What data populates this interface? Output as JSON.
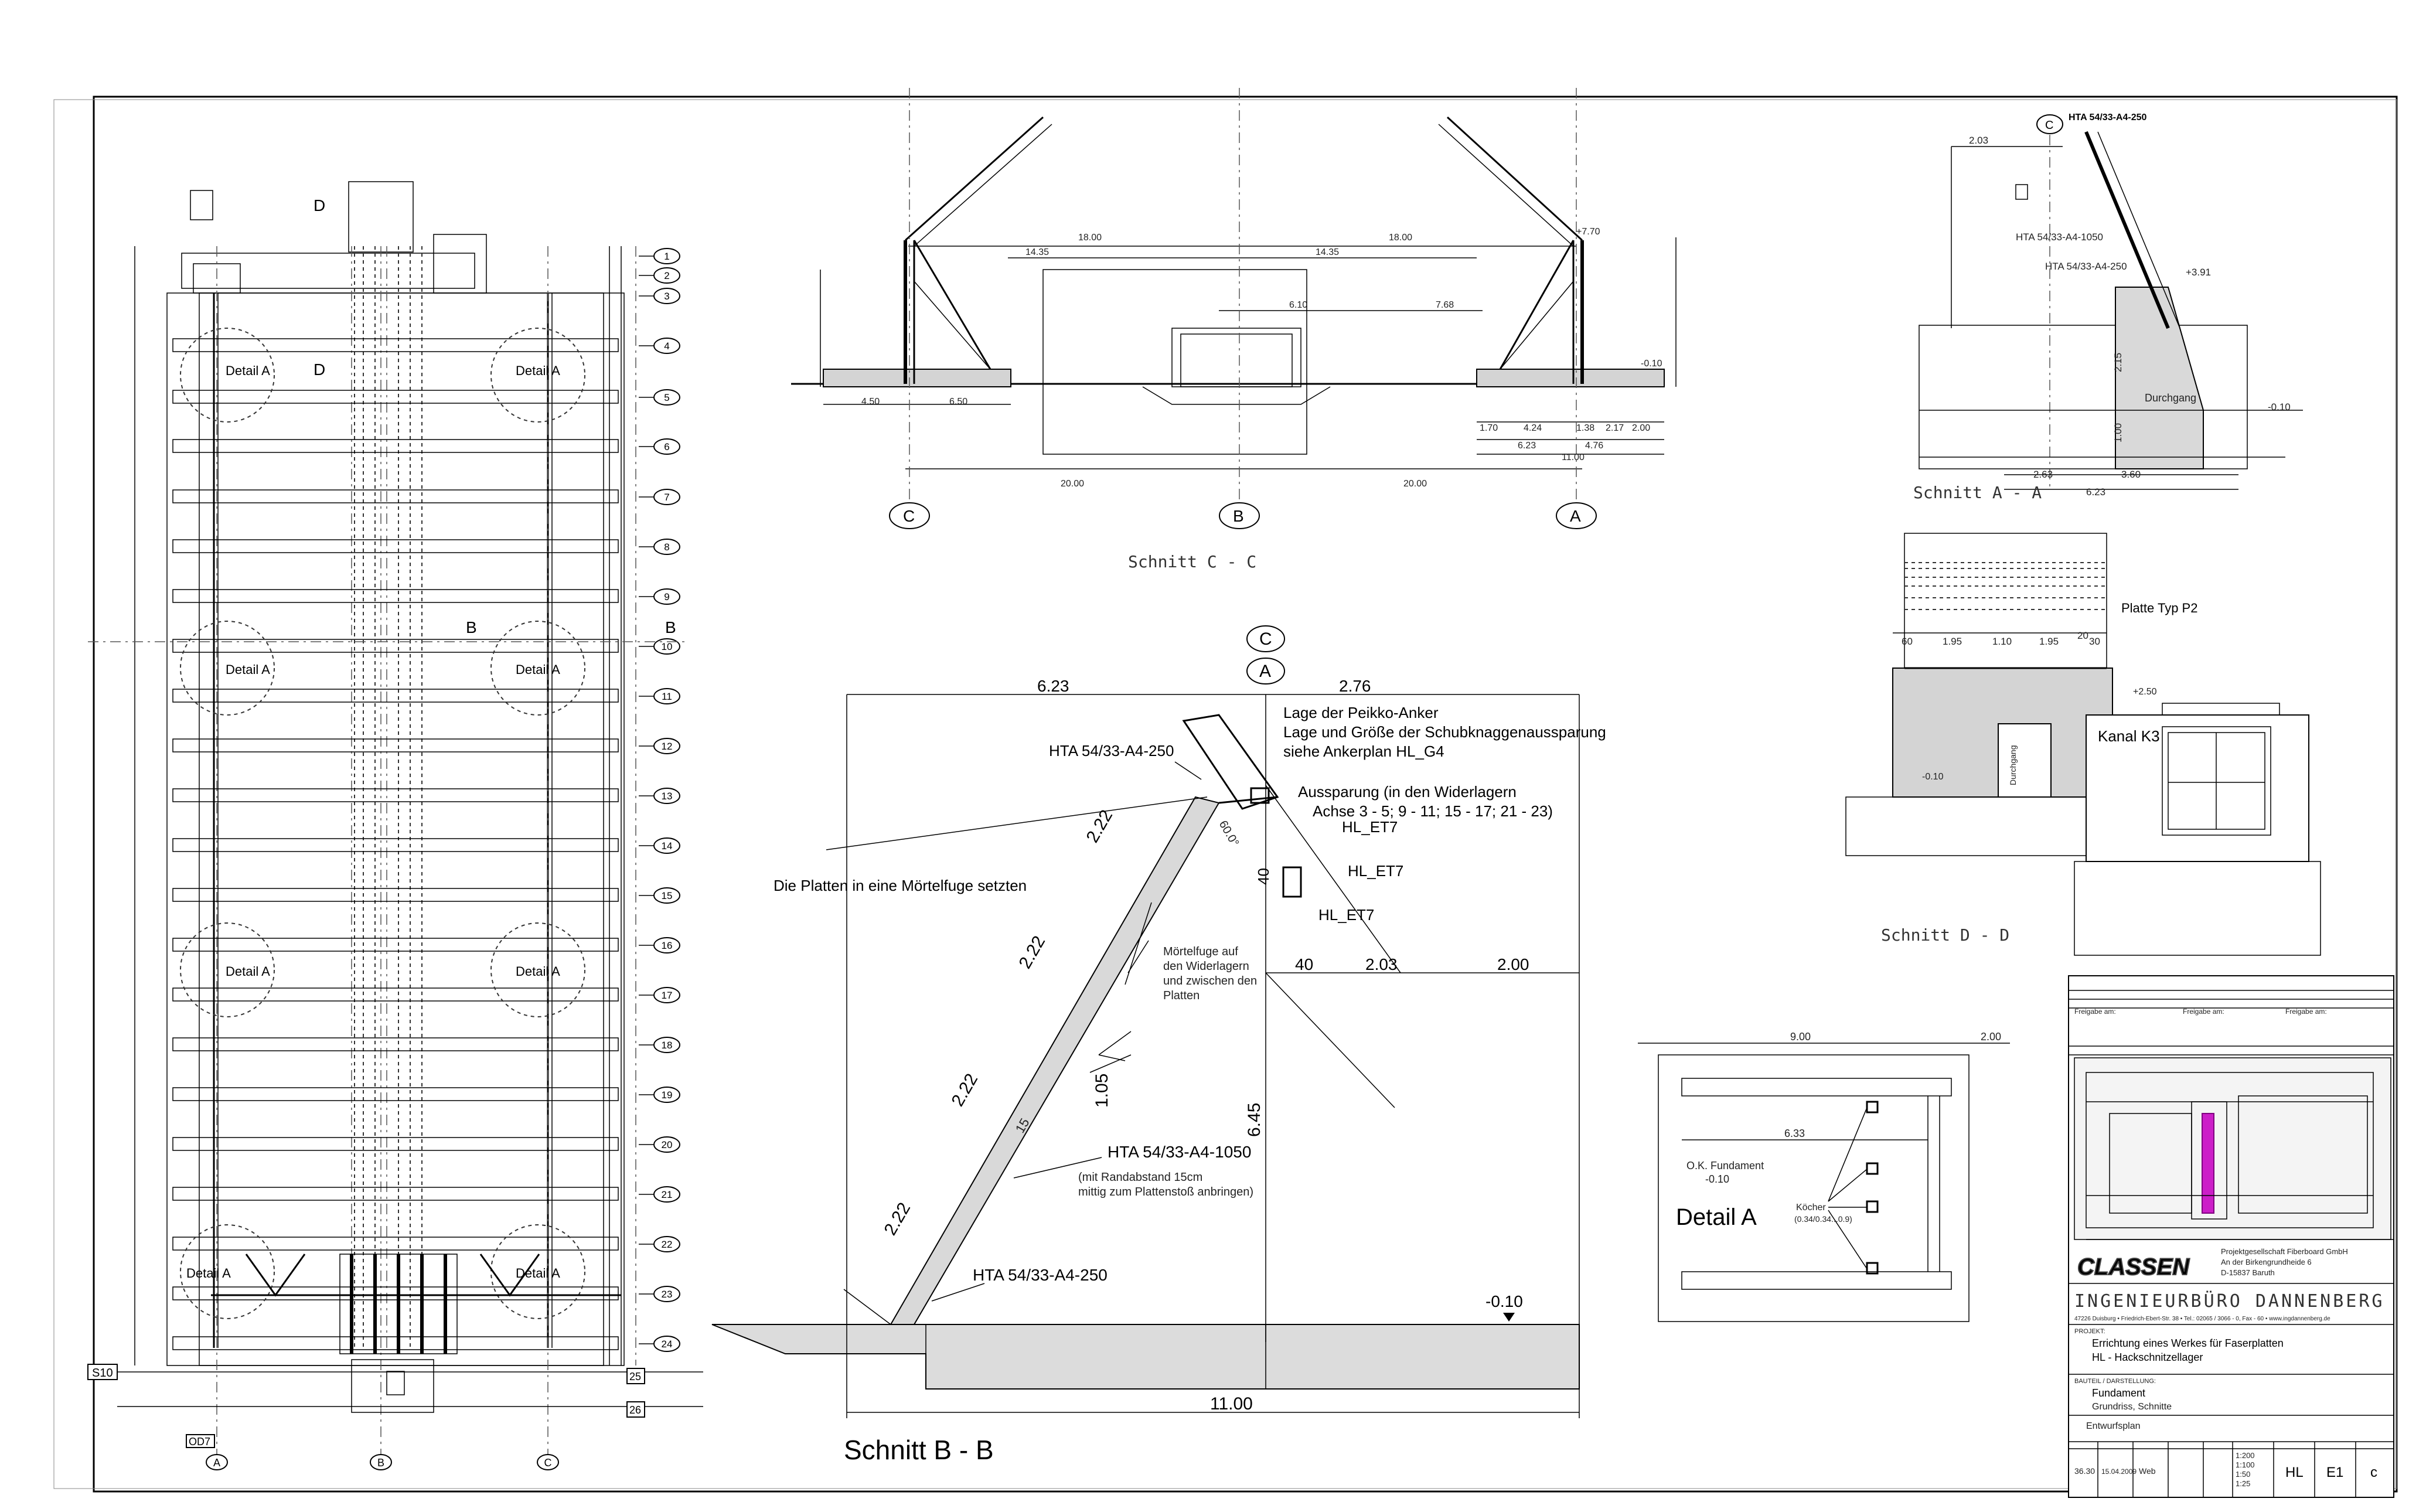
{
  "plan": {
    "axes_right": [
      "1",
      "2",
      "3",
      "4",
      "5",
      "6",
      "7",
      "8",
      "9",
      "10",
      "11",
      "12",
      "13",
      "14",
      "15",
      "16",
      "17",
      "18",
      "19",
      "20",
      "21",
      "22",
      "23",
      "24"
    ],
    "axes_bottom": [
      "A",
      "B",
      "C"
    ],
    "s10": "S10",
    "od7": "OD7",
    "grid_25": "25",
    "grid_26": "26",
    "detail_a": "Detail A",
    "section_b": "B",
    "section_d": "D"
  },
  "schnitt_cc": {
    "title": "Schnitt C - C",
    "axis_c": "C",
    "axis_b": "B",
    "axis_a": "A",
    "dims": [
      "18.00",
      "14.35",
      "14.35",
      "18.00",
      "20.00",
      "20.00",
      "4.50",
      "6.50",
      "7.68",
      "6.10",
      "+7.70",
      "-0.10",
      "1.70",
      "4.24",
      "1.38",
      "2.17",
      "2.00",
      "6.23",
      "4.76",
      "11.00"
    ]
  },
  "schnitt_aa": {
    "title": "Schnitt A - A",
    "axis_c": "C",
    "label_top": "HTA 54/33-A4-250",
    "label_mid": "HTA 54/33-A4-1050",
    "label_mid2": "HTA 54/33-A4-250",
    "durchgang": "Durchgang",
    "dims": [
      "2.03",
      "+3.91",
      "-0.10",
      "2.63",
      "3.60",
      "6.23",
      "2.15",
      "1.00"
    ]
  },
  "schnitt_bb": {
    "title": "Schnitt B - B",
    "axis_c": "C",
    "axis_a": "A",
    "dim_left": "6.23",
    "dim_right": "2.76",
    "note_peikko_1": "Lage der Peikko-Anker",
    "note_peikko_2": "Lage und Größe der Schubknaggenaussparung",
    "note_peikko_3": "siehe Ankerplan HL_G4",
    "hta_top": "HTA 54/33-A4-250",
    "aussparung_1": "Aussparung (in den Widerlagern",
    "aussparung_2": "Achse 3 - 5; 9 - 11; 15 - 17; 21 - 23)",
    "hl_et7_a": "HL_ET7",
    "hl_et7_b": "HL_ET7",
    "hl_et7_c": "HL_ET7",
    "platten_note": "Die Platten in eine Mörtelfuge setzten",
    "moertel_1": "Mörtelfuge auf",
    "moertel_2": "den Widerlagern",
    "moertel_3": "und zwischen den",
    "moertel_4": "Platten",
    "hta_mid": "HTA 54/33-A4-1050",
    "hta_mid_note1": "(mit Randabstand 15cm",
    "hta_mid_note2": "mittig zum Plattenstoß anbringen)",
    "hta_bot": "HTA 54/33-A4-250",
    "seg": "2.22",
    "dim_40": "40",
    "dim_203": "2.03",
    "dim_200": "2.00",
    "dim_645": "6.45",
    "dim_105": "1.05",
    "dim_1100": "11.00",
    "level": "-0.10",
    "angle": "60.0°",
    "dim_40v": "40",
    "dim_15": "15"
  },
  "schnitt_dd": {
    "title": "Schnitt D - D",
    "platte": "Platte Typ P2",
    "kanal": "Kanal K3",
    "level_top": "+2.50",
    "level_low": "-0.10",
    "durchgang": "Durchgang",
    "dims": [
      "60",
      "1.95",
      "1.10",
      "1.95",
      "20",
      "30"
    ]
  },
  "detail_a": {
    "title": "Detail A",
    "dim_top1": "9.00",
    "dim_top2": "2.00",
    "dim_633": "6.33",
    "of_label": "O.K. Fundament",
    "of_val": "-0.10",
    "koecher": "Köcher",
    "koecher_dim": "(0.34/0.34...0.9)"
  },
  "titleblock": {
    "freigabe_1": "Freigabe am:",
    "freigabe_2": "Freigabe am:",
    "freigabe_3": "Freigabe am:",
    "logo": "CLASSEN",
    "company_1": "Projektgesellschaft Fiberboard GmbH",
    "company_2": "An der Birkengrundheide 6",
    "company_3": "D-15837 Baruth",
    "office": "INGENIEURBÜRO DANNENBERG",
    "office_addr": "47226 Duisburg • Friedrich-Ebert-Str. 38 • Tel.: 02065 / 3066 - 0, Fax - 60 • www.ingdannenberg.de",
    "projekt_label": "PROJEKT:",
    "projekt_1": "Errichtung eines Werkes für Faserplatten",
    "projekt_2": "HL - Hackschnitzellager",
    "bauteil_label": "BAUTEIL / DARSTELLUNG:",
    "bauteil_1": "Fundament",
    "bauteil_2": "Grundriss, Schnitte",
    "entwurf": "Entwurfsplan",
    "projnr": "36.30",
    "datum": "15.04.2009",
    "bearb": "Web",
    "massstab_1": "1:200",
    "massstab_2": "1:100",
    "massstab_3": "1:50",
    "massstab_4": "1:25",
    "code1": "HL",
    "code2": "E1",
    "rev": "c"
  }
}
